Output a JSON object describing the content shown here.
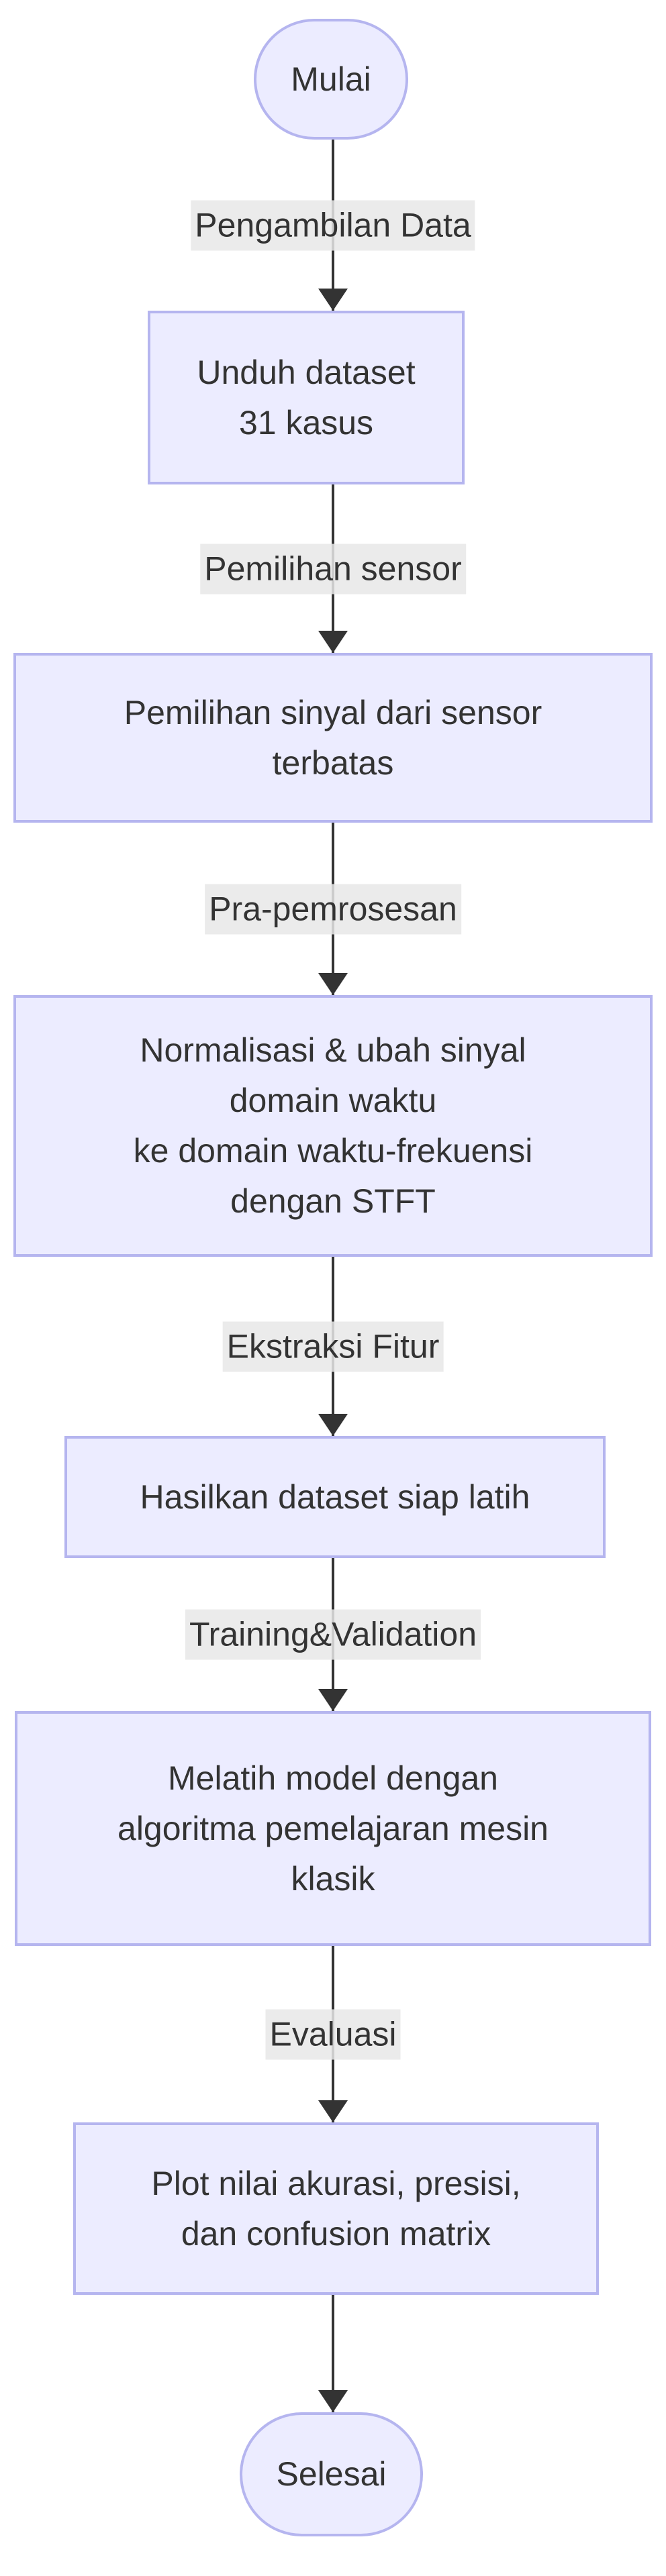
{
  "diagram_type": "flowchart-top-down",
  "flow": {
    "nodes": [
      {
        "id": "start",
        "shape": "stadium",
        "label": "Mulai"
      },
      {
        "id": "download",
        "shape": "process",
        "lines": [
          "Unduh dataset",
          "31 kasus"
        ]
      },
      {
        "id": "sensor-selection",
        "shape": "process",
        "lines": [
          "Pemilihan sinyal dari sensor",
          "terbatas"
        ]
      },
      {
        "id": "preprocessing",
        "shape": "process",
        "lines": [
          "Normalisasi & ubah sinyal",
          "domain waktu",
          "ke domain waktu-frekuensi",
          "dengan STFT"
        ]
      },
      {
        "id": "feature-dataset",
        "shape": "process",
        "lines": [
          "Hasilkan dataset siap latih"
        ]
      },
      {
        "id": "training",
        "shape": "process",
        "lines": [
          "Melatih model dengan",
          "algoritma pemelajaran mesin",
          "klasik"
        ]
      },
      {
        "id": "evaluation-plot",
        "shape": "process",
        "lines": [
          "Plot nilai akurasi, presisi,",
          "dan confusion matrix"
        ]
      },
      {
        "id": "end",
        "shape": "stadium",
        "label": "Selesai"
      }
    ],
    "edge_labels": [
      "Pengambilan Data",
      "Pemilihan sensor",
      "Pra-pemrosesan",
      "Ekstraksi Fitur",
      "Training&Validation",
      "Evaluasi"
    ]
  },
  "colors": {
    "background": "#ffffff",
    "node_fill": "#ececff",
    "node_border": "#b5b5ef",
    "edge_line": "#333333",
    "edge_label_bg": "#e8e8e8",
    "text": "#333333"
  }
}
